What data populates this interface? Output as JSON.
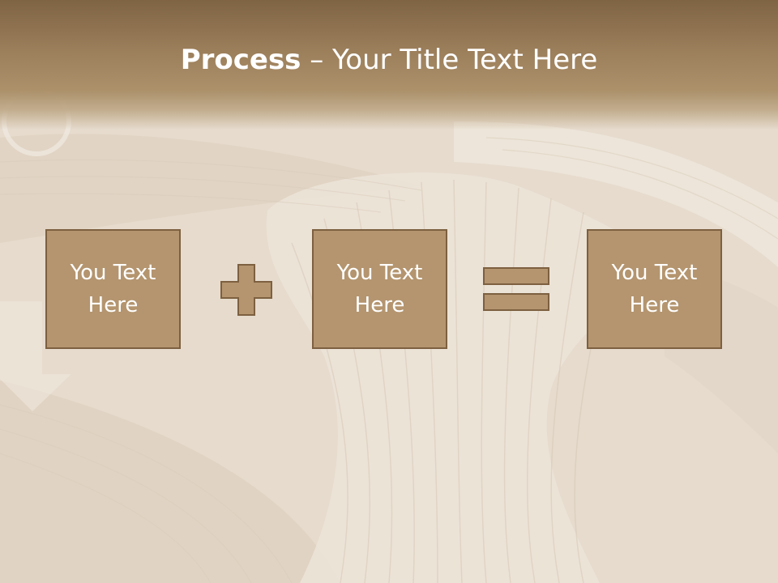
{
  "slide": {
    "title_bold": "Process",
    "title_rest": " – Your Title Text Here",
    "boxes": [
      {
        "text": "You Text Here"
      },
      {
        "text": "You Text Here"
      },
      {
        "text": "You Text Here"
      }
    ],
    "operators": [
      "plus-icon",
      "equals-icon"
    ],
    "colors": {
      "header": "#9c7f5b",
      "box_fill": "#b4956f",
      "box_border": "#7d6040",
      "background": "#e7dccf",
      "text": "#ffffff"
    }
  }
}
